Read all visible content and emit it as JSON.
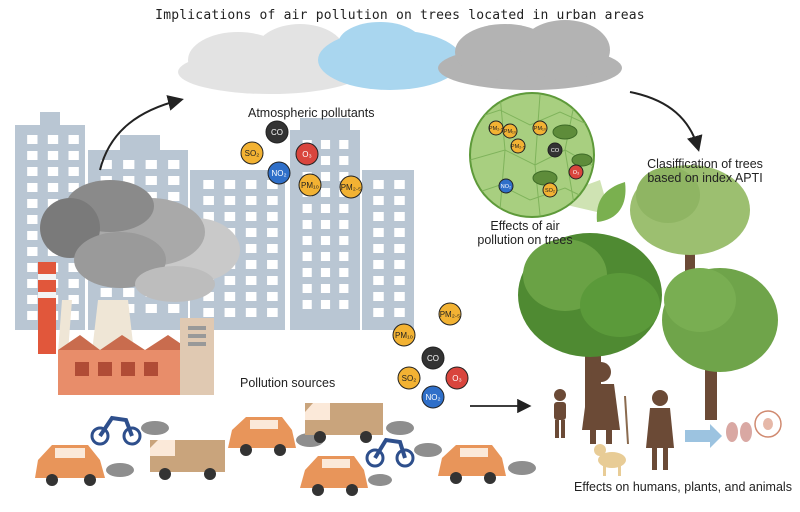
{
  "title": "Implications of air pollution on trees located in urban areas",
  "labels": {
    "atmospheric": "Atmospheric pollutants",
    "sources": "Pollution sources",
    "effects_trees_1": "Effects of air",
    "effects_trees_2": "pollution on trees",
    "classification_1": "Clasiffication of trees",
    "classification_2": "based on index APTI",
    "effects_humans": "Effects on humans, plants, and animals"
  },
  "pollutants_top": [
    {
      "text": "CO",
      "color": "#333333",
      "fg": "#ffffff"
    },
    {
      "text": "SO₂",
      "color": "#f2b233",
      "fg": "#222222"
    },
    {
      "text": "O₃",
      "color": "#d9453d",
      "fg": "#ffffff"
    },
    {
      "text": "NO₂",
      "color": "#2f6fc9",
      "fg": "#ffffff"
    },
    {
      "text": "PM₁₀",
      "color": "#f2b233",
      "fg": "#222222"
    },
    {
      "text": "PM₂.₅",
      "color": "#f2b233",
      "fg": "#222222"
    }
  ],
  "pollutants_road": [
    {
      "text": "PM₂.₅",
      "color": "#f2b233",
      "fg": "#222222"
    },
    {
      "text": "PM₁₀",
      "color": "#f2b233",
      "fg": "#222222"
    },
    {
      "text": "CO",
      "color": "#333333",
      "fg": "#ffffff"
    },
    {
      "text": "SO₂",
      "color": "#f2b233",
      "fg": "#222222"
    },
    {
      "text": "O₃",
      "color": "#d9453d",
      "fg": "#ffffff"
    },
    {
      "text": "NO₂",
      "color": "#2f6fc9",
      "fg": "#ffffff"
    }
  ],
  "leaf_particles": [
    {
      "text": "PM₂.₅",
      "color": "#f2b233",
      "fg": "#222222"
    },
    {
      "text": "PM₁₀",
      "color": "#f2b233",
      "fg": "#222222"
    },
    {
      "text": "PM₂.₅",
      "color": "#f2b233",
      "fg": "#222222"
    },
    {
      "text": "PM₁₀",
      "color": "#f2b233",
      "fg": "#222222"
    },
    {
      "text": "CO",
      "color": "#333333",
      "fg": "#ffffff"
    },
    {
      "text": "NO₂",
      "color": "#2f6fc9",
      "fg": "#ffffff"
    },
    {
      "text": "SO₂",
      "color": "#f2b233",
      "fg": "#222222"
    },
    {
      "text": "O₃",
      "color": "#d9453d",
      "fg": "#ffffff"
    }
  ],
  "colors": {
    "building": "#b9c6d3",
    "window": "#ffffff",
    "smoke": "#8a8a8a",
    "cloud_light": "#e3e3e3",
    "cloud_blue": "#a9d6ef",
    "cloud_dark": "#b3b3b3",
    "car": "#e8955a",
    "van": "#c9a47c",
    "moto": "#2e4f8c",
    "tree": "#6fa44a",
    "leaf_bg": "#a8cf80",
    "person": "#6b4a36"
  }
}
